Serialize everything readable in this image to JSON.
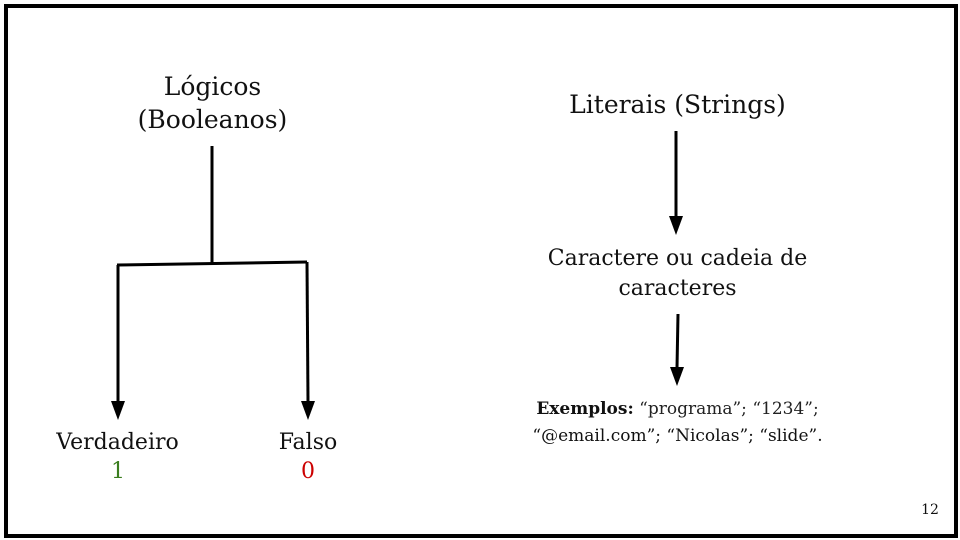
{
  "slide": {
    "page_number": "12",
    "logicos": {
      "line1": "Lógicos",
      "line2": "(Booleanos)"
    },
    "verdadeiro": {
      "label": "Verdadeiro",
      "value": "1",
      "value_color": "#3a7d1e"
    },
    "falso": {
      "label": "Falso",
      "value": "0",
      "value_color": "#cc0000"
    },
    "literais": {
      "title": "Literais (Strings)"
    },
    "caractere": {
      "line1": "Caractere ou cadeia de",
      "line2": "caracteres"
    },
    "exemplos": {
      "label": "Exemplos:",
      "line1": "“programa”; “1234”;",
      "line2": "“@email.com”; “Nicolas”; “slide”."
    }
  }
}
